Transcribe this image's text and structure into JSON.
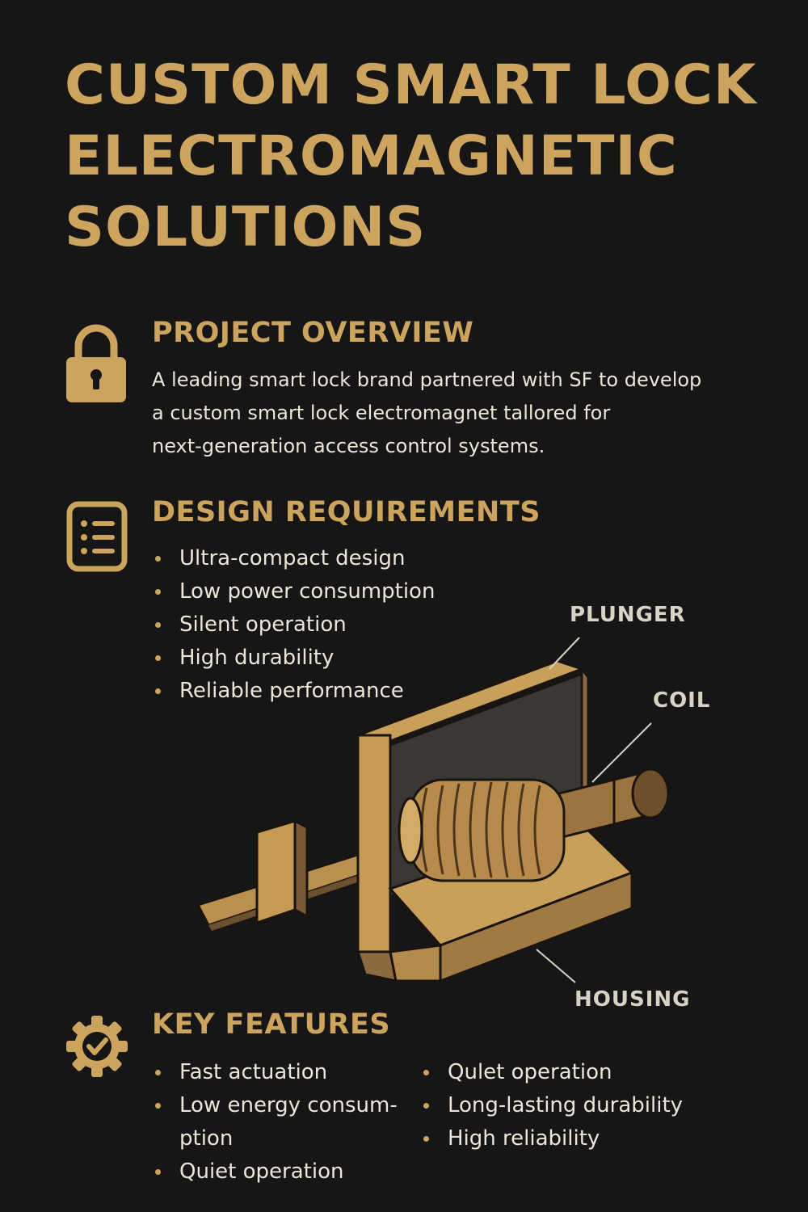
{
  "title": {
    "lines": [
      "CUSTOM SMART LOCK",
      "ELECTROMAGNETIC",
      "SOLUTIONS"
    ]
  },
  "overview": {
    "icon": "padlock-icon",
    "heading": "PROJECT OVERVIEW",
    "lines": [
      "A leading smart lock brand partnered with SF to develop",
      "a custom smart lock electromagnet tallored for",
      "next-generation access control systems."
    ]
  },
  "requirements": {
    "icon": "checklist-icon",
    "heading": "DESIGN REQUIREMENTS",
    "items": [
      "Ultra-compact design",
      "Low power consumption",
      "Silent operation",
      "High durability",
      "Reliable performance"
    ]
  },
  "diagram": {
    "labels": {
      "plunger": "PLUNGER",
      "coil": "COIL",
      "housing": "HOUSING"
    }
  },
  "features": {
    "icon": "gear-check-icon",
    "heading": "KEY FEATURES",
    "left_items": [
      "Fast actuation",
      "Low energy consum-",
      "Quiet operation"
    ],
    "left_continuation": "ption",
    "right_items": [
      "Qulet operation",
      "Long-lasting durability",
      "High reliability"
    ]
  },
  "colors": {
    "background": "#171616",
    "accent_gold": "#cda45e",
    "text": "#ece6d8"
  }
}
